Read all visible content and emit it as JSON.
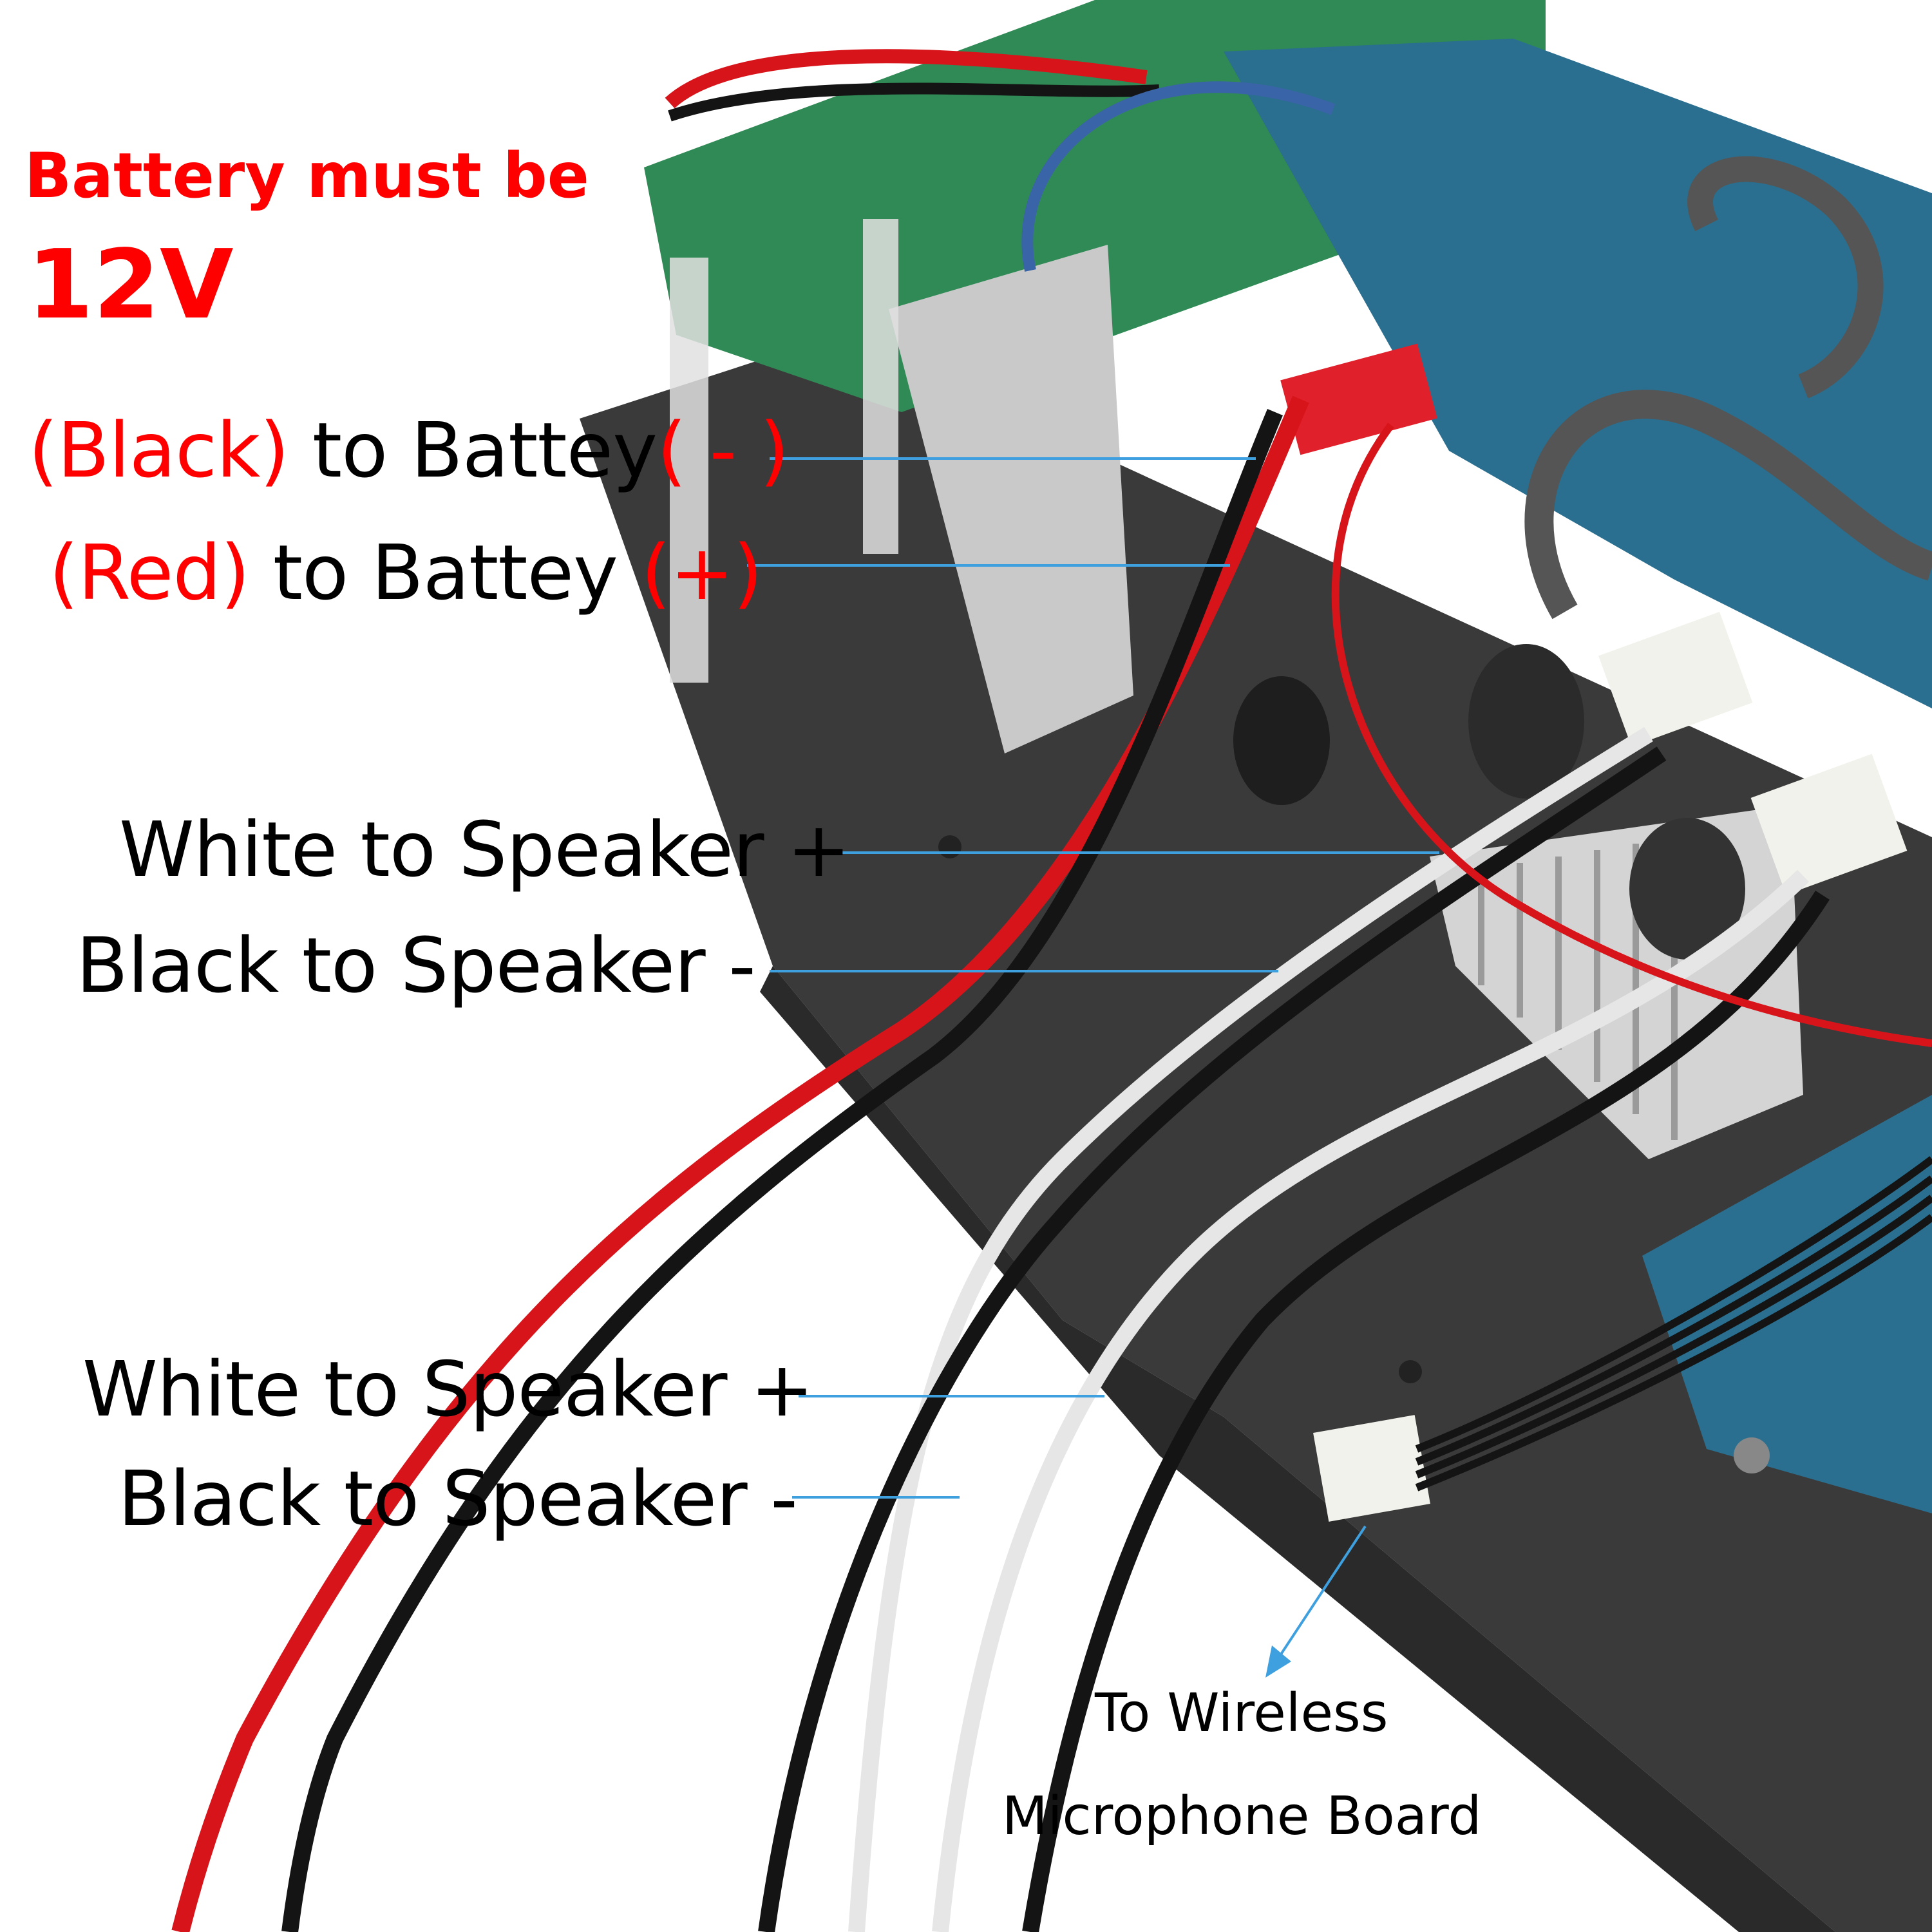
{
  "heading": {
    "line1": "Battery must be",
    "line2": "12V"
  },
  "battery": {
    "black": {
      "color_word": "(Black)",
      "text": " to Battey",
      "polarity": "( - )"
    },
    "red": {
      "color_word": "(Red)",
      "text": " to Battey ",
      "polarity": "(+)"
    }
  },
  "speakers": [
    {
      "white": "White to Speaker +",
      "black": "Black to Speaker -"
    },
    {
      "white": "White to Speaker +",
      "black": "Black to Speaker -"
    }
  ],
  "mic": {
    "line1": "To Wireless",
    "line2": "Microphone Board"
  },
  "colors": {
    "accent_red": "#ff0000",
    "leader_line": "#3fa0e0",
    "wire_red": "#d8141b",
    "wire_black": "#141414",
    "wire_white": "#e6e6e6",
    "plate": "#3a3a3a",
    "pcb_blue": "#2a6f8f"
  }
}
